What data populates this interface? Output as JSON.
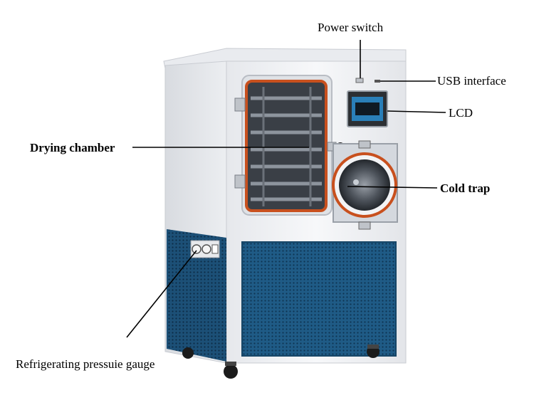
{
  "labels": {
    "power_switch": "Power switch",
    "usb_interface": "USB interface",
    "lcd": "LCD",
    "drying_chamber": "Drying chamber",
    "cold_trap": "Cold trap",
    "refrigerating_gauge": "Refrigerating pressuie gauge"
  },
  "colors": {
    "cabinet": "#f1f2f4",
    "panel_blue": "#1f5b86",
    "door_orange": "#c8501e",
    "screen": "#2a7fb8",
    "leader_line": "#000000"
  }
}
